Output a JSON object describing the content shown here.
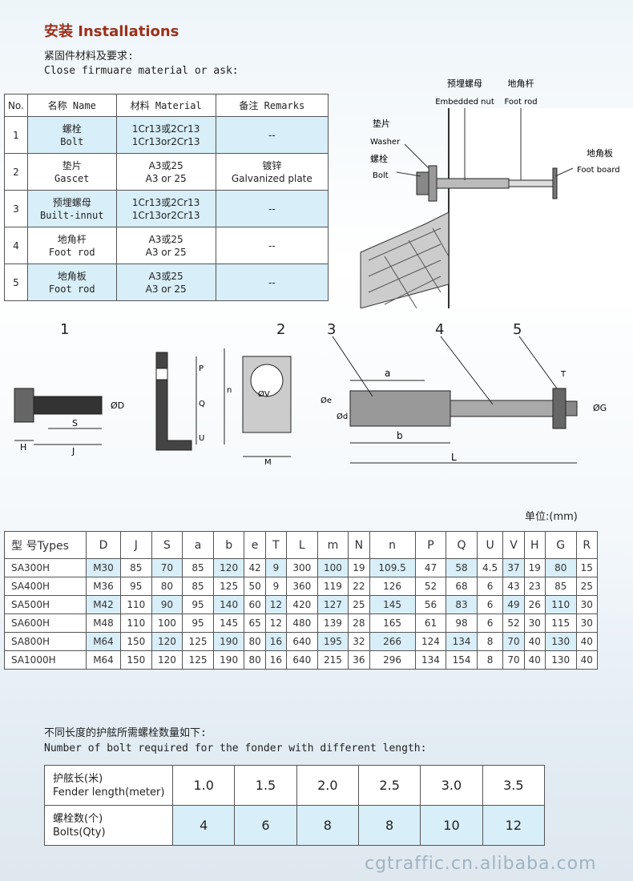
{
  "title": "安装 Installations",
  "material_heading": {
    "cn": "紧固件材料及要求:",
    "en": "Close firmuare material or ask:"
  },
  "materials_table": {
    "headers": [
      "No.",
      "名称 Name",
      "材料 Material",
      "备注 Remarks"
    ],
    "rows": [
      {
        "no": "1",
        "name_cn": "螺栓",
        "name_en": "Bolt",
        "mat_cn": "1Cr13或2Cr13",
        "mat_en": "1Cr13or2Cr13",
        "rem_cn": "--",
        "rem_en": ""
      },
      {
        "no": "2",
        "name_cn": "垫片",
        "name_en": "Gascet",
        "mat_cn": "A3或25",
        "mat_en": "A3 or 25",
        "rem_cn": "镀锌",
        "rem_en": "Galvanized plate"
      },
      {
        "no": "3",
        "name_cn": "预埋螺母",
        "name_en": "Built-innut",
        "mat_cn": "1Cr13或2Cr13",
        "mat_en": "1Cr13or2Cr13",
        "rem_cn": "--",
        "rem_en": ""
      },
      {
        "no": "4",
        "name_cn": "地角杆",
        "name_en": "Foot rod",
        "mat_cn": "A3或25",
        "mat_en": "A3 or 25",
        "rem_cn": "--",
        "rem_en": ""
      },
      {
        "no": "5",
        "name_cn": "地角板",
        "name_en": "Foot rod",
        "mat_cn": "A3或25",
        "mat_en": "A3 or 25",
        "rem_cn": "--",
        "rem_en": ""
      }
    ]
  },
  "install_diagram": {
    "nut_cn": "预埋螺母",
    "nut_en": "Embedded nut",
    "rod_cn": "地角杆",
    "rod_en": "Foot rod",
    "washer_cn": "垫片",
    "washer_en": "Washer",
    "bolt_cn": "螺栓",
    "bolt_en": "Bolt",
    "board_cn": "地角板",
    "board_en": "Foot board"
  },
  "parts_diagram": {
    "n1": "1",
    "n2": "2",
    "n3": "3",
    "n4": "4",
    "n5": "5",
    "D": "ØD",
    "S": "S",
    "H": "H",
    "J": "J",
    "P": "P",
    "Q": "Q",
    "n": "n",
    "U": "U",
    "M": "M",
    "R": "ØV",
    "a": "a",
    "b": "b",
    "e": "Øe",
    "d": "Ød",
    "L": "L",
    "T": "T",
    "G": "ØG"
  },
  "unit": "单位:(mm)",
  "dimensions_table": {
    "headers": [
      "型 号Types",
      "D",
      "J",
      "S",
      "a",
      "b",
      "e",
      "T",
      "L",
      "m",
      "N",
      "n",
      "P",
      "Q",
      "U",
      "V",
      "H",
      "G",
      "R"
    ],
    "rows": [
      [
        "SA300H",
        "M30",
        "85",
        "70",
        "85",
        "120",
        "42",
        "9",
        "300",
        "100",
        "19",
        "109.5",
        "47",
        "58",
        "4.5",
        "37",
        "19",
        "80",
        "15"
      ],
      [
        "SA400H",
        "M36",
        "95",
        "80",
        "85",
        "125",
        "50",
        "9",
        "360",
        "119",
        "22",
        "126",
        "52",
        "68",
        "6",
        "43",
        "23",
        "85",
        "25"
      ],
      [
        "SA500H",
        "M42",
        "110",
        "90",
        "95",
        "140",
        "60",
        "12",
        "420",
        "127",
        "25",
        "145",
        "56",
        "83",
        "6",
        "49",
        "26",
        "110",
        "30"
      ],
      [
        "SA600H",
        "M48",
        "110",
        "100",
        "95",
        "145",
        "65",
        "12",
        "480",
        "139",
        "28",
        "165",
        "61",
        "98",
        "6",
        "52",
        "30",
        "115",
        "30"
      ],
      [
        "SA800H",
        "M64",
        "150",
        "120",
        "125",
        "190",
        "80",
        "16",
        "640",
        "195",
        "32",
        "266",
        "124",
        "134",
        "8",
        "70",
        "40",
        "130",
        "40"
      ],
      [
        "SA1000H",
        "M64",
        "150",
        "120",
        "125",
        "190",
        "80",
        "16",
        "640",
        "215",
        "36",
        "296",
        "134",
        "154",
        "8",
        "70",
        "40",
        "130",
        "40"
      ]
    ]
  },
  "bolt_heading": {
    "cn": "不同长度的护舷所需螺栓数量如下:",
    "en": "Number of bolt required for the fonder with different length:"
  },
  "bolt_table": {
    "length_label_cn": "护舷长(米)",
    "length_label_en": "Fender length(meter)",
    "qty_label_cn": "螺栓数(个)",
    "qty_label_en": "Bolts(Qty)",
    "lengths": [
      "1.0",
      "1.5",
      "2.0",
      "2.5",
      "3.0",
      "3.5"
    ],
    "qty": [
      "4",
      "6",
      "8",
      "8",
      "10",
      "12"
    ]
  },
  "watermark": "cgtraffic.cn.alibaba.com"
}
